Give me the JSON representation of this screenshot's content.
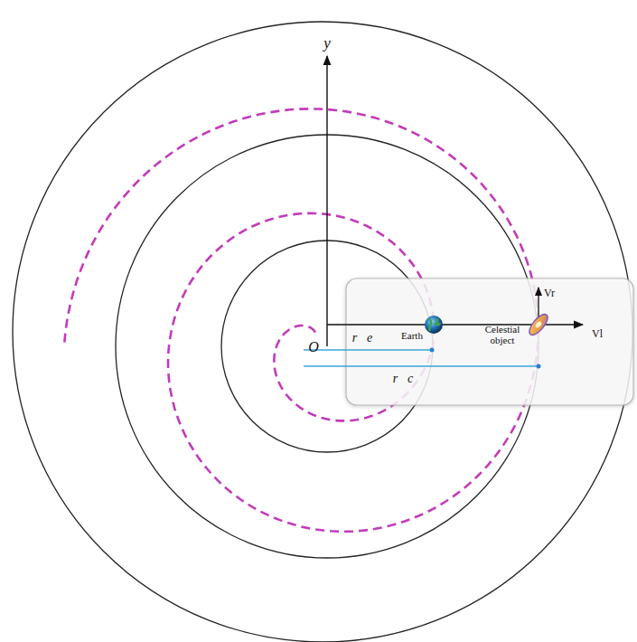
{
  "diagram": {
    "labels": [
      "y",
      "O",
      "Earth",
      "Celestial object",
      "r⃗e",
      "r⃗c",
      "Vr",
      "Vl"
    ]
  }
}
